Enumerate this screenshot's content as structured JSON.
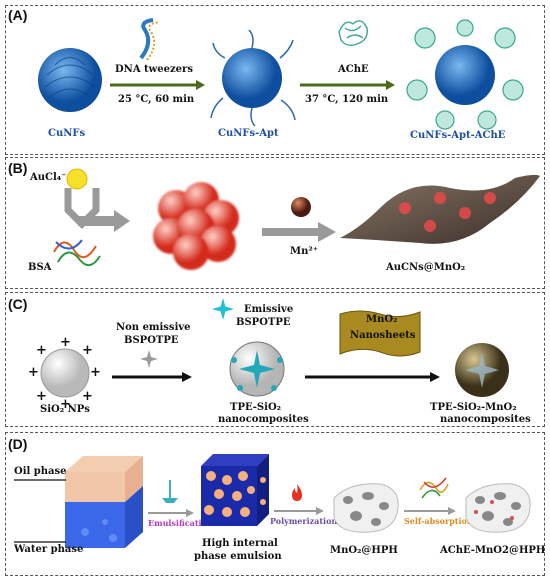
{
  "panelA": {
    "label": "(A)",
    "step1_top": "DNA tweezers",
    "step1_bottom": "25 °C, 60 min",
    "step2_top": "AChE",
    "step2_bottom": "37 °C, 120 min",
    "name1": "CuNFs",
    "name2": "CuNFs-Apt",
    "name3": "CuNFs-Apt-AChE"
  },
  "panelB": {
    "label": "(B)",
    "reagent1": "AuCl₄⁻",
    "reagent2": "BSA",
    "ion": "Mn²⁺",
    "product": "AuCNs@MnO₂"
  },
  "panelC": {
    "label": "(C)",
    "nonemissive_1": "Non emissive",
    "nonemissive_2": "BSPOTPE",
    "emissive_1": "Emissive",
    "emissive_2": "BSPOTPE",
    "flag_1": "MnO₂",
    "flag_2": "Nanosheets",
    "sio2": "SiO₂ NPs",
    "tpe_1": "TPE-SiO₂",
    "tpe_2": "nanocomposites",
    "final_1": "TPE-SiO₂-MnO₂",
    "final_2": "nanocomposites"
  },
  "panelD": {
    "label": "(D)",
    "oil": "Oil phase",
    "water": "Water phase",
    "emulsification": "Emulsification",
    "hipe_1": "High internal",
    "hipe_2": "phase emulsion",
    "polymerization": "Polymerization",
    "hph": "MnO₂@HPH",
    "selfabs": "Self-absorption",
    "ache_hph": "AChE-MnO2@HPH"
  },
  "colors": {
    "cu_blue": "#1e63b8",
    "arrow_green": "#4a6b1a",
    "panel_border": "#555555",
    "emuls_magenta": "#b43bc4",
    "poly_purple": "#6a4fb0",
    "selfabs_orange": "#e08a1a"
  }
}
